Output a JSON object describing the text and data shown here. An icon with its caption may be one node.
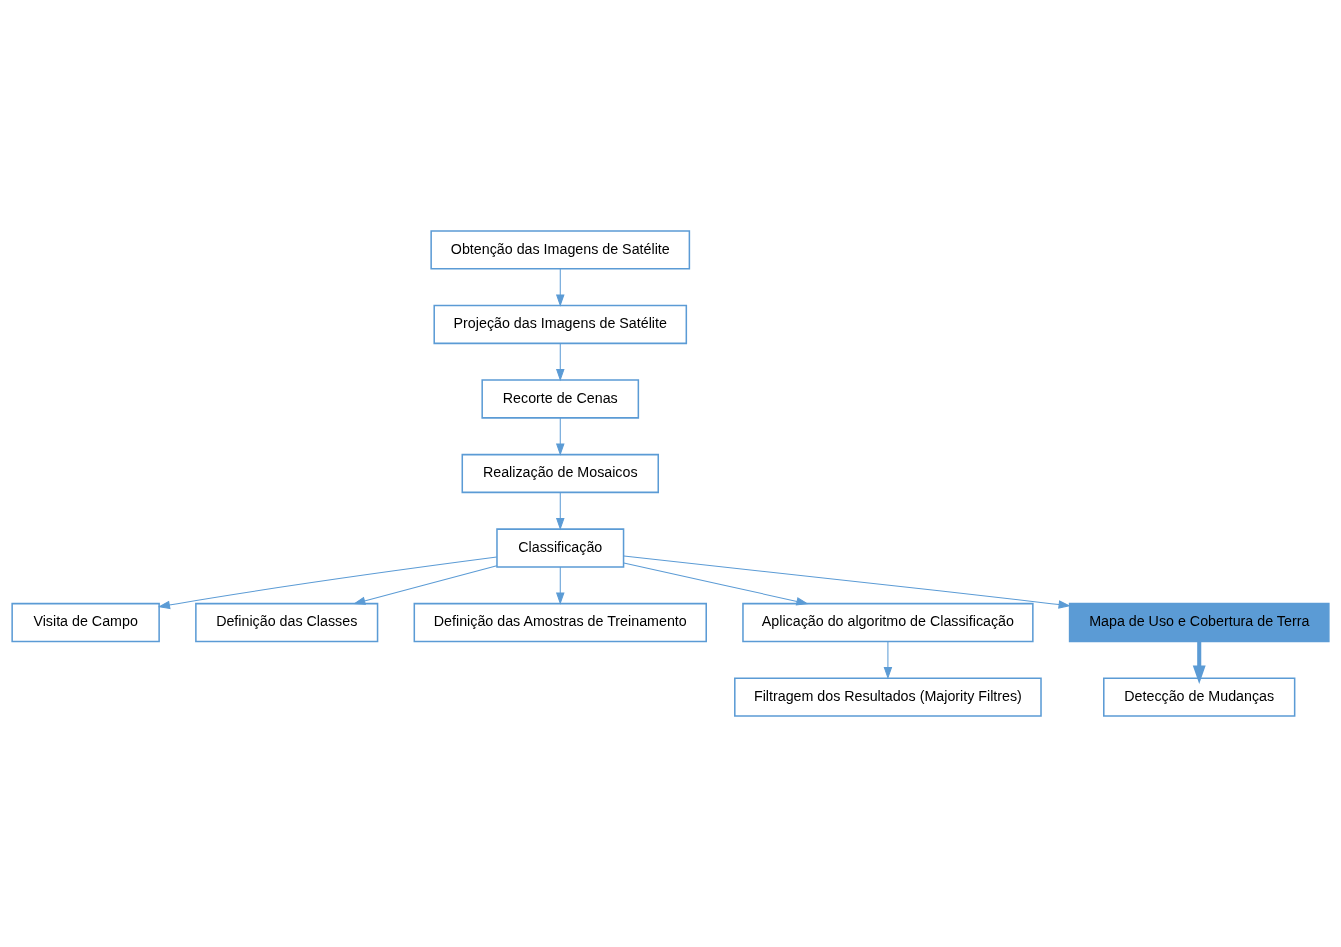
{
  "diagram": {
    "nodes": [
      {
        "text": [
          "Obtenção das Imagens de Satélite"
        ]
      },
      {
        "text": [
          "Projeção das Imagens de Satélite"
        ]
      },
      {
        "text": [
          "Recorte de Cenas"
        ]
      },
      {
        "text": [
          "Realização de Mosaicos"
        ]
      },
      {
        "text": [
          "Classificação"
        ]
      },
      {
        "text": [
          "Visita de Campo"
        ]
      },
      {
        "text": [
          "Definição das Classes"
        ]
      },
      {
        "text": [
          "Definição das Amostras de Treinamento"
        ]
      },
      {
        "text": [
          "Aplicação do algoritmo de Classificação"
        ]
      },
      {
        "text": [
          "Filtragem dos Resultados (Majority Filtres)"
        ]
      },
      {
        "text": [
          "Mapa de Uso e Cobertura de Terra"
        ]
      },
      {
        "text": [
          "Detecção de Mudanças"
        ]
      }
    ],
    "edges": [
      {
        "from": 0,
        "to": 1,
        "arrow": "to"
      },
      {
        "from": 1,
        "to": 2,
        "arrow": "to"
      },
      {
        "from": 2,
        "to": 3,
        "arrow": "to"
      },
      {
        "from": 3,
        "to": 4,
        "arrow": "to"
      },
      {
        "from": 4,
        "to": 5,
        "arrow": "to"
      },
      {
        "from": 4,
        "to": 6,
        "arrow": "to"
      },
      {
        "from": 4,
        "to": 7,
        "arrow": "to"
      },
      {
        "from": 4,
        "to": 8,
        "arrow": "to"
      },
      {
        "from": 8,
        "to": 9,
        "arrow": "to"
      },
      {
        "from": 4,
        "to": 10,
        "arrow": "to"
      },
      {
        "from": 10,
        "to": 11,
        "arrow": "to",
        "style": "thick"
      }
    ]
  }
}
